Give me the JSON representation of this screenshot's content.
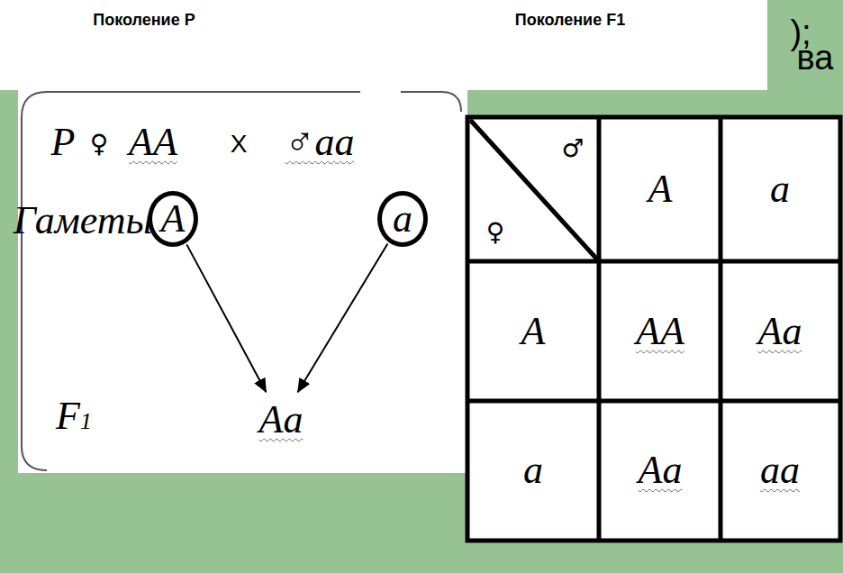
{
  "diagram": {
    "nodes": [
      {
        "text": [
          "A"
        ]
      },
      {
        "text": [
          "a"
        ]
      },
      {
        "text": [
          "Aa"
        ]
      }
    ],
    "edges": [
      {
        "from": 0,
        "to": 2,
        "arrow": "to"
      },
      {
        "from": 1,
        "to": 2,
        "arrow": "to"
      }
    ],
    "labels": [
      "Поколение P",
      "Поколение F1",
      ");",
      "ва",
      "P",
      "♀",
      "AA",
      "X",
      "♂aa",
      "Гаметы",
      "F1",
      "♂",
      "♀",
      "A",
      "a",
      "A",
      "AA",
      "Aa",
      "a",
      "Aa",
      "aa"
    ]
  }
}
